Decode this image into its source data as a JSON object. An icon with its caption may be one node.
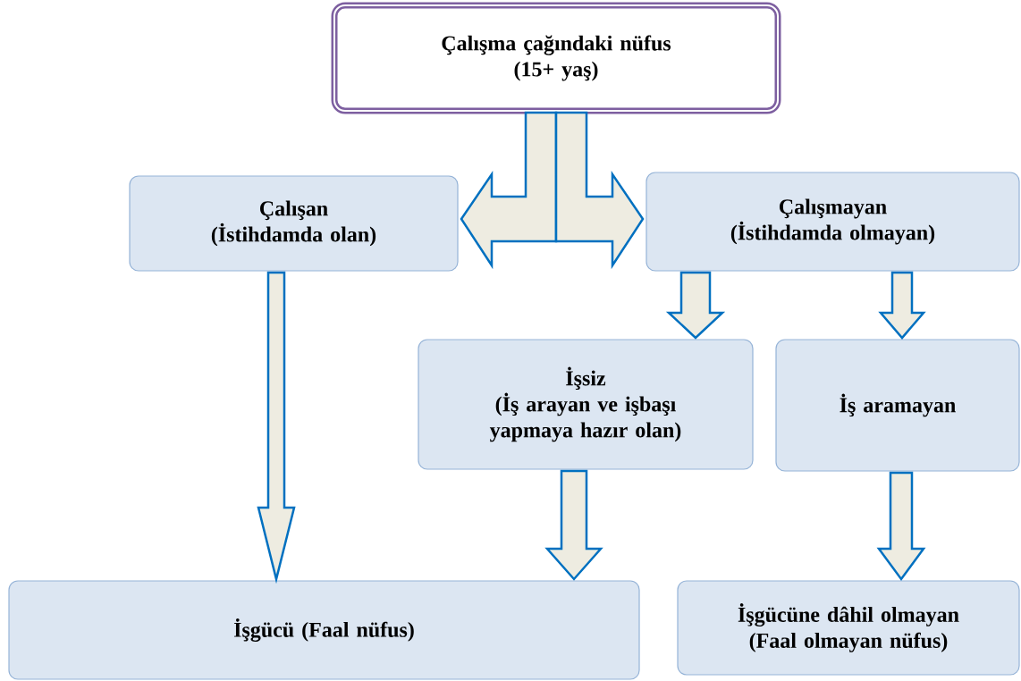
{
  "diagram": {
    "nodes": [
      {
        "text": [
          "Çalışma çağındaki nüfus",
          "(15+ yaş)"
        ]
      },
      {
        "text": [
          "Çalışan",
          "(İstihdamda olan)"
        ]
      },
      {
        "text": [
          "Çalışmayan",
          "(İstihdamda olmayan)"
        ]
      },
      {
        "text": [
          "İşsiz",
          "(İş arayan ve işbaşı yapmaya hazır olan)"
        ]
      },
      {
        "text": [
          "İş aramayan"
        ]
      },
      {
        "text": [
          "İşgücü (Faal nüfus)"
        ]
      },
      {
        "text": [
          "İşgücüne dâhil olmayan",
          "(Faal olmayan nüfus)"
        ]
      }
    ],
    "edges": [
      {
        "from": 0,
        "to": 1,
        "arrow": "to"
      },
      {
        "from": 0,
        "to": 2,
        "arrow": "to"
      },
      {
        "from": 1,
        "to": 5,
        "arrow": "to"
      },
      {
        "from": 2,
        "to": 3,
        "arrow": "to"
      },
      {
        "from": 2,
        "to": 4,
        "arrow": "to"
      },
      {
        "from": 3,
        "to": 5,
        "arrow": "to"
      },
      {
        "from": 4,
        "to": 6,
        "arrow": "to"
      }
    ]
  }
}
